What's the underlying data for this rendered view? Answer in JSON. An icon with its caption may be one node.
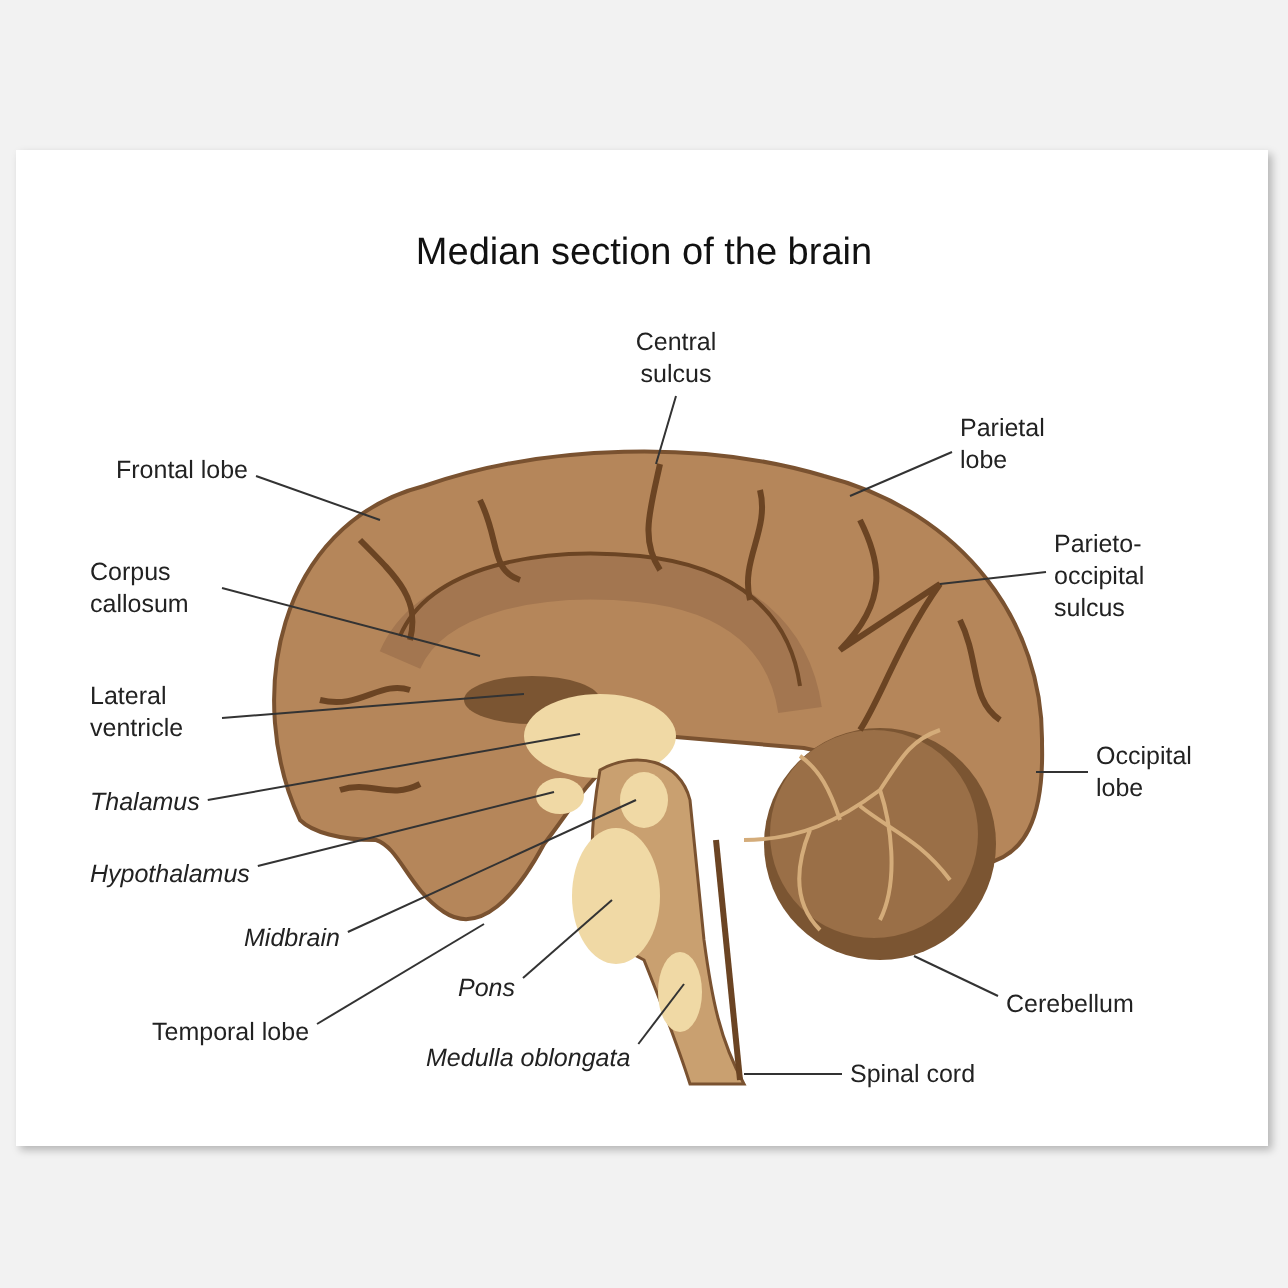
{
  "diagram": {
    "title": "Median section of the brain",
    "nodes": [
      {
        "text": [
          "Central sulcus"
        ]
      },
      {
        "text": [
          "Frontal lobe"
        ]
      },
      {
        "text": [
          "Parietal lobe"
        ]
      },
      {
        "text": [
          "Corpus callosum"
        ]
      },
      {
        "text": [
          "Parieto-occipital sulcus"
        ]
      },
      {
        "text": [
          "Lateral ventricle"
        ]
      },
      {
        "text": [
          "Thalamus"
        ]
      },
      {
        "text": [
          "Occipital lobe"
        ]
      },
      {
        "text": [
          "Hypothalamus"
        ]
      },
      {
        "text": [
          "Midbrain"
        ]
      },
      {
        "text": [
          "Pons"
        ]
      },
      {
        "text": [
          "Cerebellum"
        ]
      },
      {
        "text": [
          "Temporal lobe"
        ]
      },
      {
        "text": [
          "Medulla oblongata"
        ]
      },
      {
        "text": [
          "Spinal cord"
        ]
      }
    ],
    "edges": [
      {
        "from": 0,
        "to": null,
        "arrow": "none"
      },
      {
        "from": 1,
        "to": null,
        "arrow": "none"
      },
      {
        "from": 2,
        "to": null,
        "arrow": "none"
      },
      {
        "from": 3,
        "to": null,
        "arrow": "none"
      },
      {
        "from": 4,
        "to": null,
        "arrow": "none"
      },
      {
        "from": 5,
        "to": null,
        "arrow": "none"
      },
      {
        "from": 6,
        "to": null,
        "arrow": "none"
      },
      {
        "from": 7,
        "to": null,
        "arrow": "none"
      },
      {
        "from": 8,
        "to": null,
        "arrow": "none"
      },
      {
        "from": 9,
        "to": null,
        "arrow": "none"
      },
      {
        "from": 10,
        "to": null,
        "arrow": "none"
      },
      {
        "from": 11,
        "to": null,
        "arrow": "none"
      },
      {
        "from": 12,
        "to": null,
        "arrow": "none"
      },
      {
        "from": 13,
        "to": null,
        "arrow": "none"
      },
      {
        "from": 14,
        "to": null,
        "arrow": "none"
      }
    ]
  }
}
